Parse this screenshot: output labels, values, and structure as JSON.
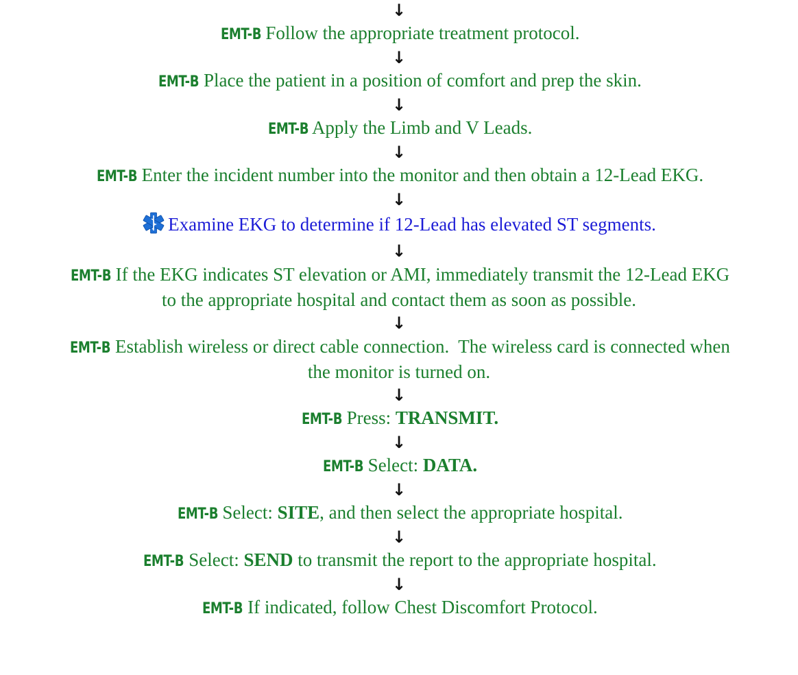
{
  "arrow_glyph": "↓",
  "badge": "EMT-B",
  "colors": {
    "step_text": "#1b7f2e",
    "alert_text": "#1c1cd6",
    "star_icon": "#1e6fd6"
  },
  "steps": [
    {
      "text": "Follow the appropriate treatment protocol."
    },
    {
      "text": "Place the patient in a position of comfort and prep the skin."
    },
    {
      "text": "Apply the Limb and V Leads."
    },
    {
      "text": "Enter the incident number into the monitor and then obtain a 12-Lead EKG."
    },
    {
      "icon": "star-of-life-icon",
      "text": "Examine EKG to determine if 12-Lead has elevated ST segments."
    },
    {
      "text_line1": "If the EKG indicates ST elevation or AMI, immediately transmit the 12-Lead EKG",
      "text_line2": "to the appropriate hospital and contact them as soon as possible."
    },
    {
      "text_line1": "Establish wireless or direct cable connection.  The wireless card is connected when",
      "text_line2": "the monitor is turned on."
    },
    {
      "prefix": "Press: ",
      "keyword": "TRANSMIT."
    },
    {
      "prefix": "Select: ",
      "keyword": "DATA."
    },
    {
      "prefix": "Select: ",
      "keyword": "SITE",
      "suffix": ", and then select the appropriate hospital."
    },
    {
      "prefix": "Select: ",
      "keyword": "SEND",
      "suffix": " to transmit the report to the appropriate hospital."
    },
    {
      "text": "If indicated, follow Chest Discomfort Protocol."
    }
  ]
}
